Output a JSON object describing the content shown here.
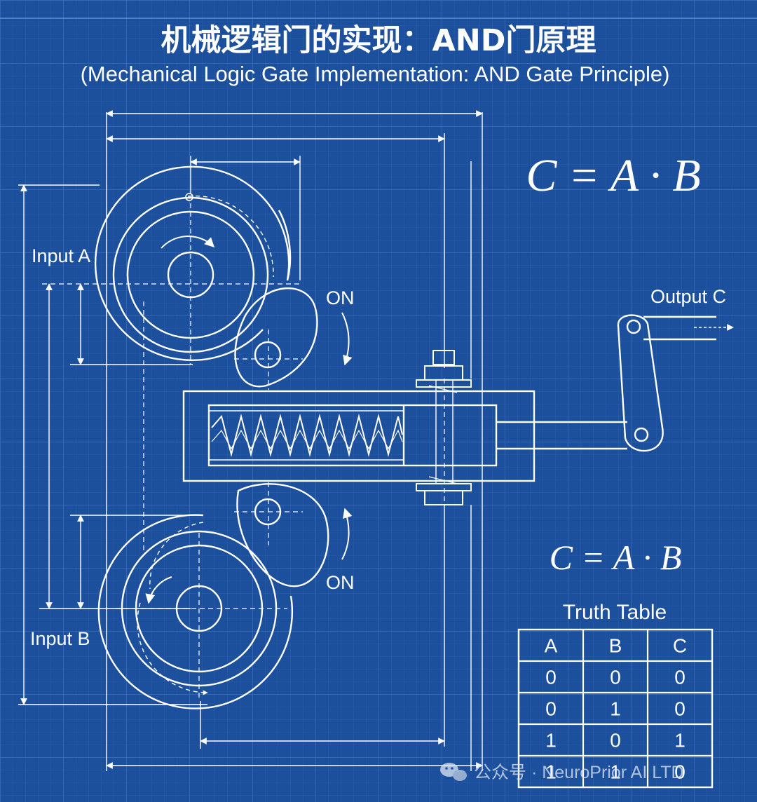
{
  "title": {
    "main": "机械逻辑门的实现：AND门原理",
    "subtitle": "(Mechanical Logic Gate Implementation: AND Gate Principle)"
  },
  "labels": {
    "input_a": "Input A",
    "input_b": "Input B",
    "on_top": "ON",
    "on_bottom": "ON",
    "output_c": "Output C"
  },
  "equations": {
    "top": "C = A · B",
    "middle": "C = A · B"
  },
  "truth_table": {
    "title": "Truth Table",
    "headers": [
      "A",
      "B",
      "C"
    ],
    "rows": [
      [
        "0",
        "0",
        "0"
      ],
      [
        "0",
        "1",
        "0"
      ],
      [
        "1",
        "0",
        "1"
      ],
      [
        "1",
        "1",
        "0"
      ]
    ]
  },
  "watermark": "公众号 · NeuroPrior AI LTD",
  "colors": {
    "background": "#1c4f9c",
    "grid_minor": "#2d62b0",
    "grid_major": "#3a70bd",
    "line": "#ffffff"
  }
}
